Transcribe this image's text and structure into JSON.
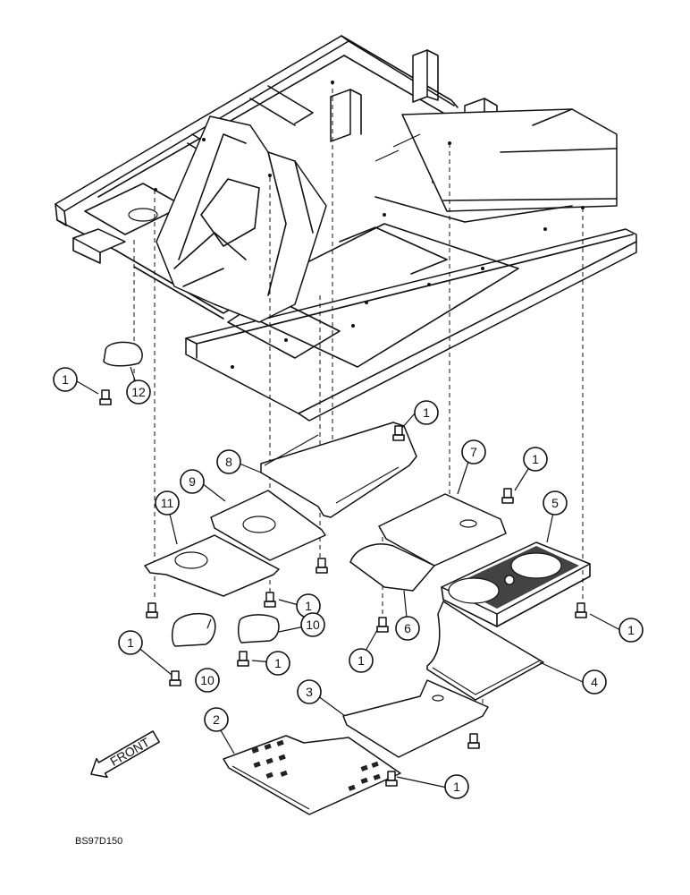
{
  "drawing_code": "BS97D150",
  "front_label": "FRONT",
  "callouts": [
    {
      "id": "c1a",
      "label": "1"
    },
    {
      "id": "c12",
      "label": "12"
    },
    {
      "id": "c1b",
      "label": "1"
    },
    {
      "id": "c8",
      "label": "8"
    },
    {
      "id": "c7",
      "label": "7"
    },
    {
      "id": "c1c",
      "label": "1"
    },
    {
      "id": "c9",
      "label": "9"
    },
    {
      "id": "c11",
      "label": "11"
    },
    {
      "id": "c5",
      "label": "5"
    },
    {
      "id": "c1d",
      "label": "1"
    },
    {
      "id": "c6",
      "label": "6"
    },
    {
      "id": "c1e",
      "label": "1"
    },
    {
      "id": "c10a",
      "label": "10"
    },
    {
      "id": "c1f",
      "label": "1"
    },
    {
      "id": "c1g",
      "label": "1"
    },
    {
      "id": "c10b",
      "label": "10"
    },
    {
      "id": "c1h",
      "label": "1"
    },
    {
      "id": "c4",
      "label": "4"
    },
    {
      "id": "c3",
      "label": "3"
    },
    {
      "id": "c2",
      "label": "2"
    },
    {
      "id": "c1i",
      "label": "1"
    }
  ]
}
